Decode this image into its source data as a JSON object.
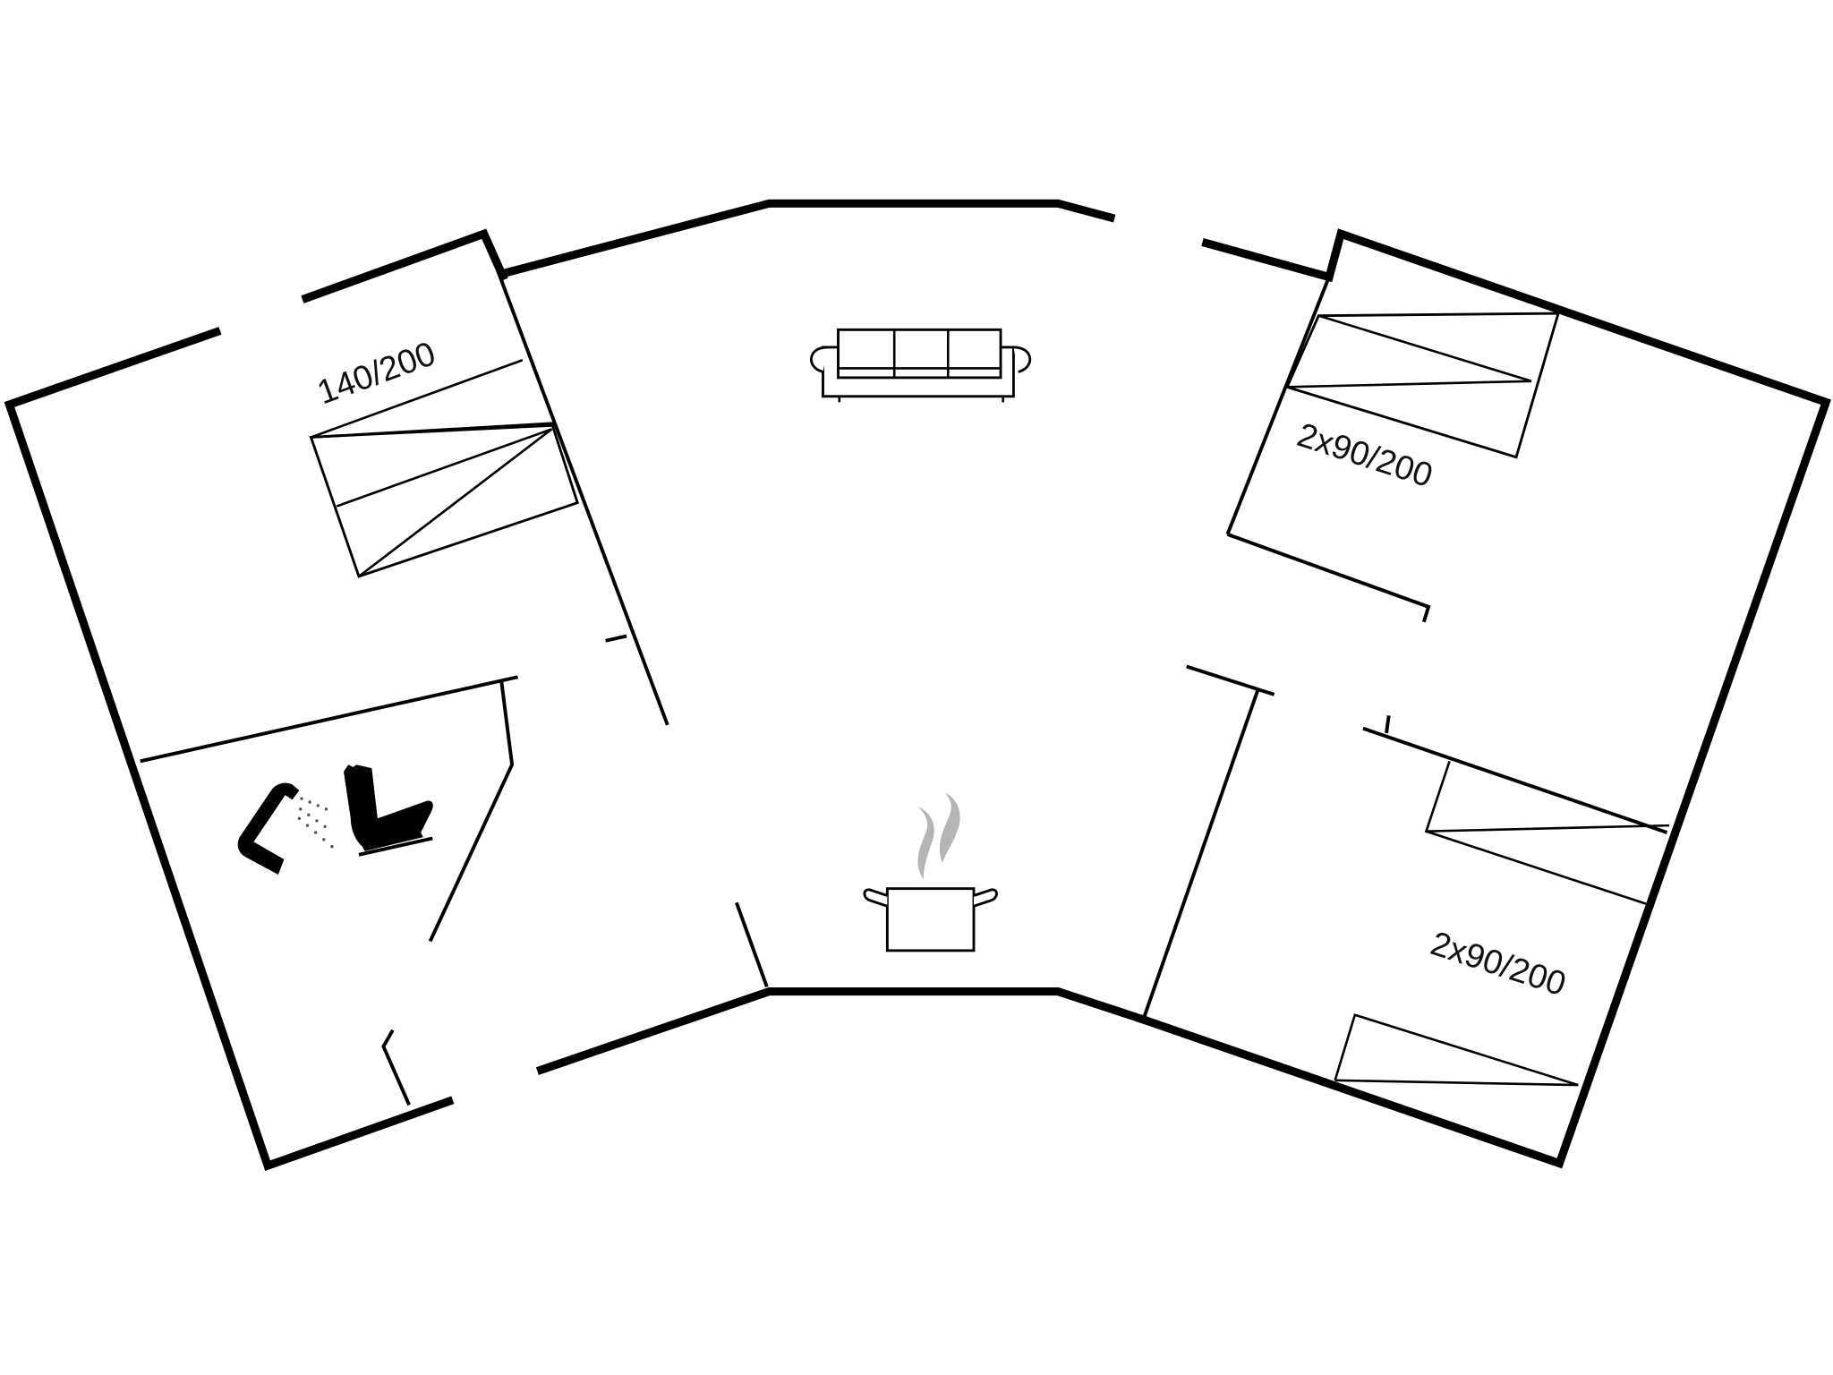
{
  "diagram": {
    "type": "floor-plan",
    "colors": {
      "walls": "#000000",
      "background": "#ffffff",
      "steam": "#b5b5b5"
    },
    "rooms": [
      {
        "name": "bedroom-left",
        "bed_label": "140/200"
      },
      {
        "name": "bathroom",
        "fixtures": [
          "shower-icon",
          "toilet-icon"
        ]
      },
      {
        "name": "living-room",
        "fixtures": [
          "sofa-icon",
          "kitchen-pot-icon"
        ]
      },
      {
        "name": "bedroom-upper-right",
        "bed_label": "2x90/200"
      },
      {
        "name": "bedroom-lower-right",
        "bed_label": "2x90/200"
      }
    ]
  }
}
